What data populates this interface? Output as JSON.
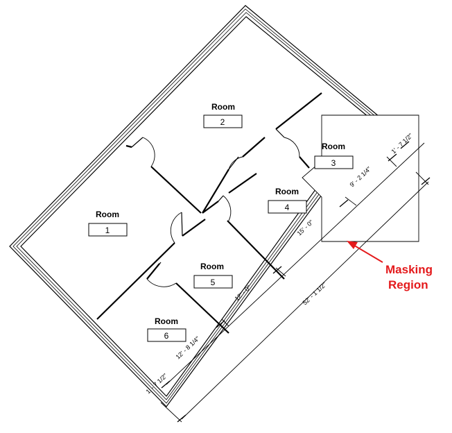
{
  "rooms": [
    {
      "name": "Room",
      "number": "1"
    },
    {
      "name": "Room",
      "number": "2"
    },
    {
      "name": "Room",
      "number": "3"
    },
    {
      "name": "Room",
      "number": "4"
    },
    {
      "name": "Room",
      "number": "5"
    },
    {
      "name": "Room",
      "number": "6"
    }
  ],
  "dimensions": {
    "overall": "52' - 1 1/2\"",
    "seg_a": "1' - 7 1/2\"",
    "seg_b": "12' - 8 1/4\"",
    "seg_c": "12' - 0\"",
    "seg_d": "15' - 0\"",
    "seg_e": "9' - 2 1/4\"",
    "seg_f": "1' - 7 1/2\""
  },
  "callout": {
    "line1": "Masking",
    "line2": "Region",
    "color": "#e41a1c"
  }
}
